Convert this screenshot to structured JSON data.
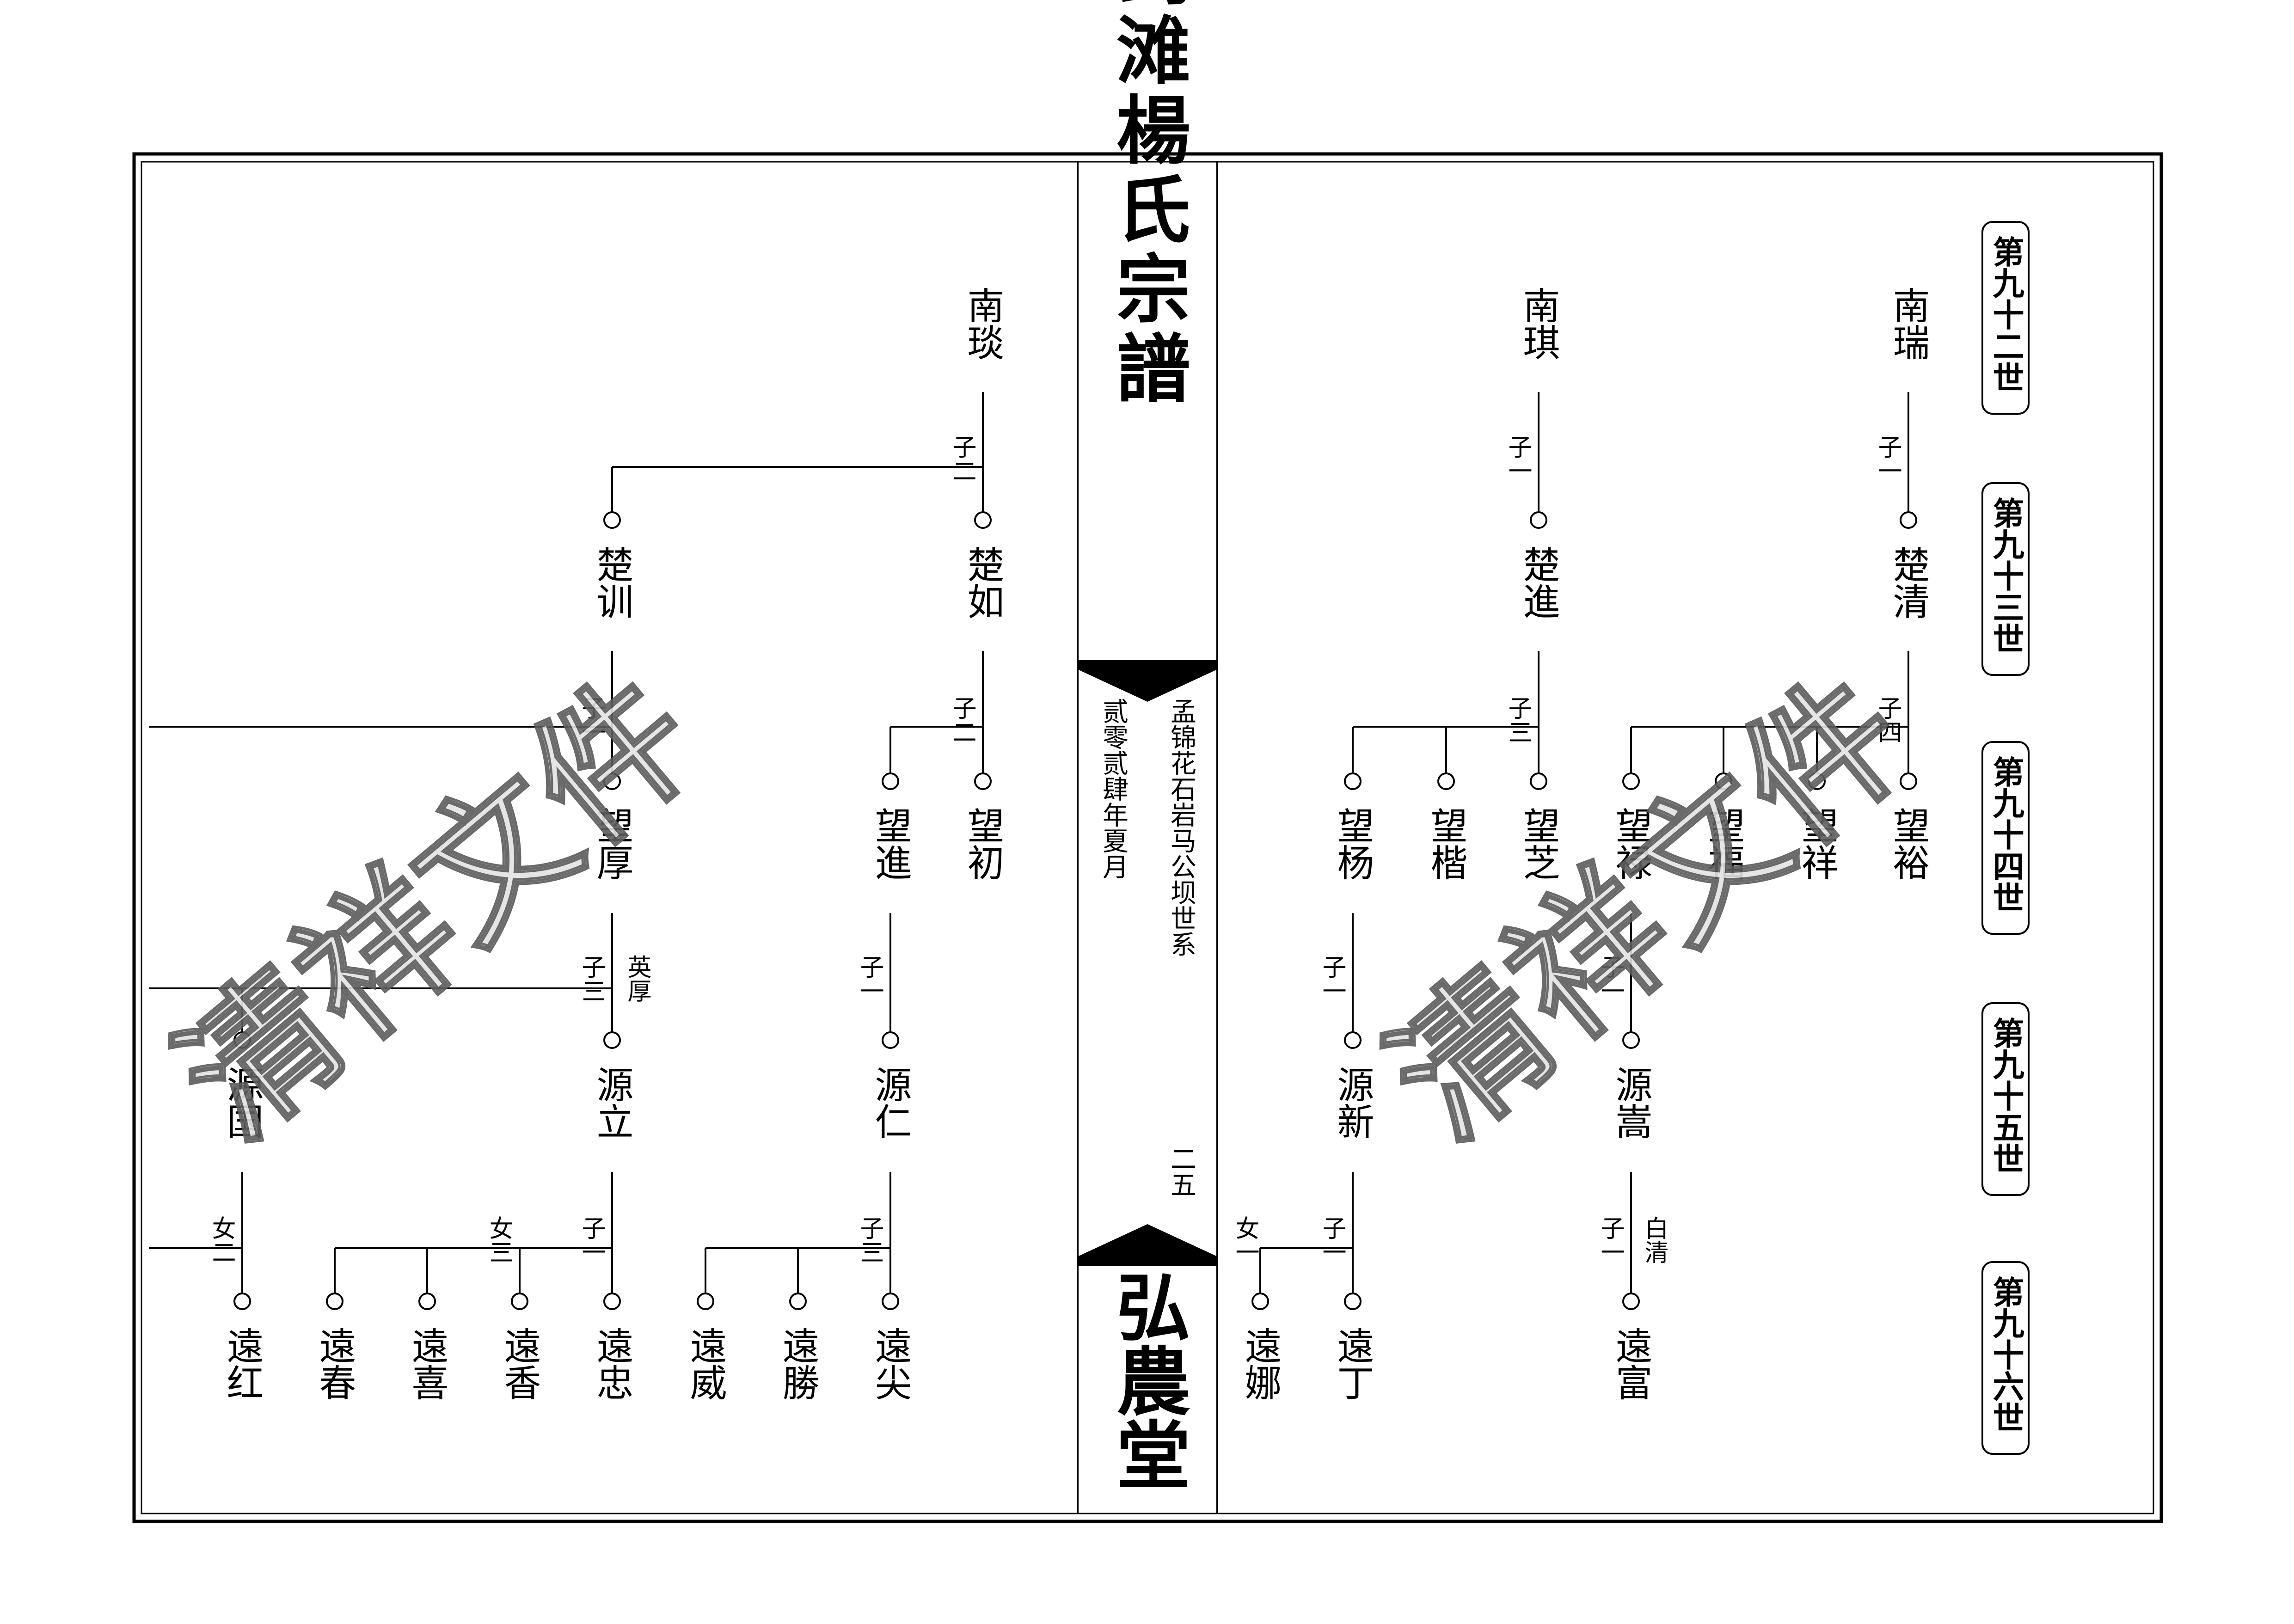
{
  "book": {
    "title": "剑滩楊氏宗譜",
    "hall": "弘農堂",
    "branch": "孟锦花石岩马公坝世系",
    "date": "贰零贰肆年夏月",
    "page": "二五"
  },
  "watermark": "清祥文件",
  "generations": [
    "第九十二世",
    "第九十三世",
    "第九十四世",
    "第九十五世",
    "第九十六世"
  ],
  "persons": [
    {
      "id": "nan-rui",
      "name": "南瑞"
    },
    {
      "id": "chu-qing",
      "name": "楚清"
    },
    {
      "id": "wang-yu",
      "name": "望裕"
    },
    {
      "id": "wang-xiang",
      "name": "望祥"
    },
    {
      "id": "wang-fu",
      "name": "望福"
    },
    {
      "id": "wang-lu",
      "name": "望禄"
    },
    {
      "id": "yuan-song",
      "name": "源嵩"
    },
    {
      "id": "yuan-fu",
      "name": "遠富"
    },
    {
      "id": "nan-qi",
      "name": "南琪"
    },
    {
      "id": "chu-jin",
      "name": "楚進"
    },
    {
      "id": "wang-zhi",
      "name": "望芝"
    },
    {
      "id": "wang-kai",
      "name": "望楷"
    },
    {
      "id": "wang-yang",
      "name": "望杨"
    },
    {
      "id": "yuan-xin",
      "name": "源新"
    },
    {
      "id": "yuan-ding",
      "name": "遠丁"
    },
    {
      "id": "yuan-na",
      "name": "遠娜"
    },
    {
      "id": "nan-tan",
      "name": "南琰"
    },
    {
      "id": "chu-ru",
      "name": "楚如"
    },
    {
      "id": "chu-xun",
      "name": "楚训"
    },
    {
      "id": "wang-chu",
      "name": "望初"
    },
    {
      "id": "wang-jin",
      "name": "望進"
    },
    {
      "id": "wang-hou",
      "name": "望厚"
    },
    {
      "id": "yuan-ren",
      "name": "源仁"
    },
    {
      "id": "yuan-li",
      "name": "源立"
    },
    {
      "id": "yuan-guo",
      "name": "源国"
    },
    {
      "id": "yuan-jian",
      "name": "遠尖"
    },
    {
      "id": "yuan-sheng",
      "name": "遠勝"
    },
    {
      "id": "yuan-wei",
      "name": "遠威"
    },
    {
      "id": "yuan-zhong",
      "name": "遠忠"
    },
    {
      "id": "yuan-xiang2",
      "name": "遠香"
    },
    {
      "id": "yuan-xi",
      "name": "遠喜"
    },
    {
      "id": "yuan-chun",
      "name": "遠春"
    },
    {
      "id": "yuan-hong",
      "name": "遠红"
    }
  ],
  "counts": [
    {
      "id": "c-nanrui",
      "text": "子一"
    },
    {
      "id": "c-chuqing",
      "text": "子四"
    },
    {
      "id": "c-wanglu",
      "text": "子一"
    },
    {
      "id": "c-yuansong",
      "text": "子一"
    },
    {
      "id": "c-nanqi",
      "text": "子一"
    },
    {
      "id": "c-chujin",
      "text": "子三"
    },
    {
      "id": "c-wangyang",
      "text": "子一"
    },
    {
      "id": "c-yuanxin-son",
      "text": "子一"
    },
    {
      "id": "c-yuanxin-dau",
      "text": "女一"
    },
    {
      "id": "c-nantan",
      "text": "子二"
    },
    {
      "id": "c-churu",
      "text": "子二"
    },
    {
      "id": "c-chuxun",
      "text": "子一"
    },
    {
      "id": "c-wangjin",
      "text": "子一"
    },
    {
      "id": "c-wanghou",
      "text": "子三"
    },
    {
      "id": "c-yuanren",
      "text": "子三"
    },
    {
      "id": "c-yuanli-son",
      "text": "子一"
    },
    {
      "id": "c-yuanli-dau",
      "text": "女三"
    },
    {
      "id": "c-yuanguo",
      "text": "女二"
    }
  ],
  "notes": [
    {
      "id": "n-yuansong",
      "text": "白清"
    },
    {
      "id": "n-wanghou",
      "text": "英厚"
    }
  ]
}
